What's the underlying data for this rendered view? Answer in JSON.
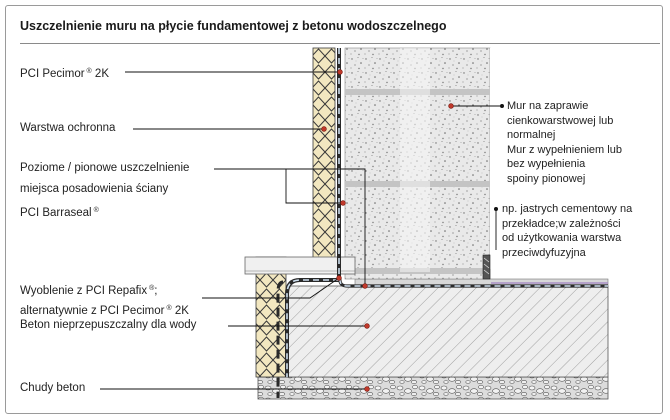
{
  "title": "Uszczelnienie muru na płycie fundamentowej z betonu wodoszczelnego",
  "labels_left": {
    "pci_pecimor": {
      "text": "PCI Pecimor",
      "reg": "®",
      "suffix": "2K"
    },
    "warstwa_ochronna": "Warstwa ochronna",
    "uszczelnienie": {
      "line1": "Poziome / pionowe uszczelnienie",
      "line2": "miejsca posadowienia ściany",
      "line3": "PCI Barraseal",
      "reg": "®"
    },
    "wyoblenie": {
      "line1_text": "Wyoblenie z PCI Repafix",
      "line1_reg": "®",
      "line1_end": ";",
      "line2_text": "alternatywnie z PCI Pecimor",
      "line2_reg": "®",
      "line2_end": "2K"
    },
    "beton": "Beton nieprzepuszczalny dla wody",
    "chudy_beton": "Chudy beton"
  },
  "labels_right": {
    "mur": {
      "line1": "Mur na zaprawie",
      "line2": "cienkowarstwowej lub",
      "line3": "normalnej",
      "line4": "Mur z wypełnieniem lub",
      "line5": "bez wypełnienia",
      "line6": "spoiny pionowej"
    },
    "jastrych": {
      "line1": "np. jastrych cementowy na",
      "line2": "przekładce;w zależności",
      "line3": "od użytkowania warstwa",
      "line4": "przeciwdyfuzyjna"
    }
  },
  "colors": {
    "membrane": "#2a2a2a",
    "membrane_dash": "#cfe0f0",
    "marker": "#c0392b",
    "insulation": "#f2e7c0",
    "block": "#e7e7e7",
    "block_joint": "#c4c4c4",
    "slab": "#ececec",
    "blinding": "#d9d9d9",
    "leader": "#111111"
  }
}
